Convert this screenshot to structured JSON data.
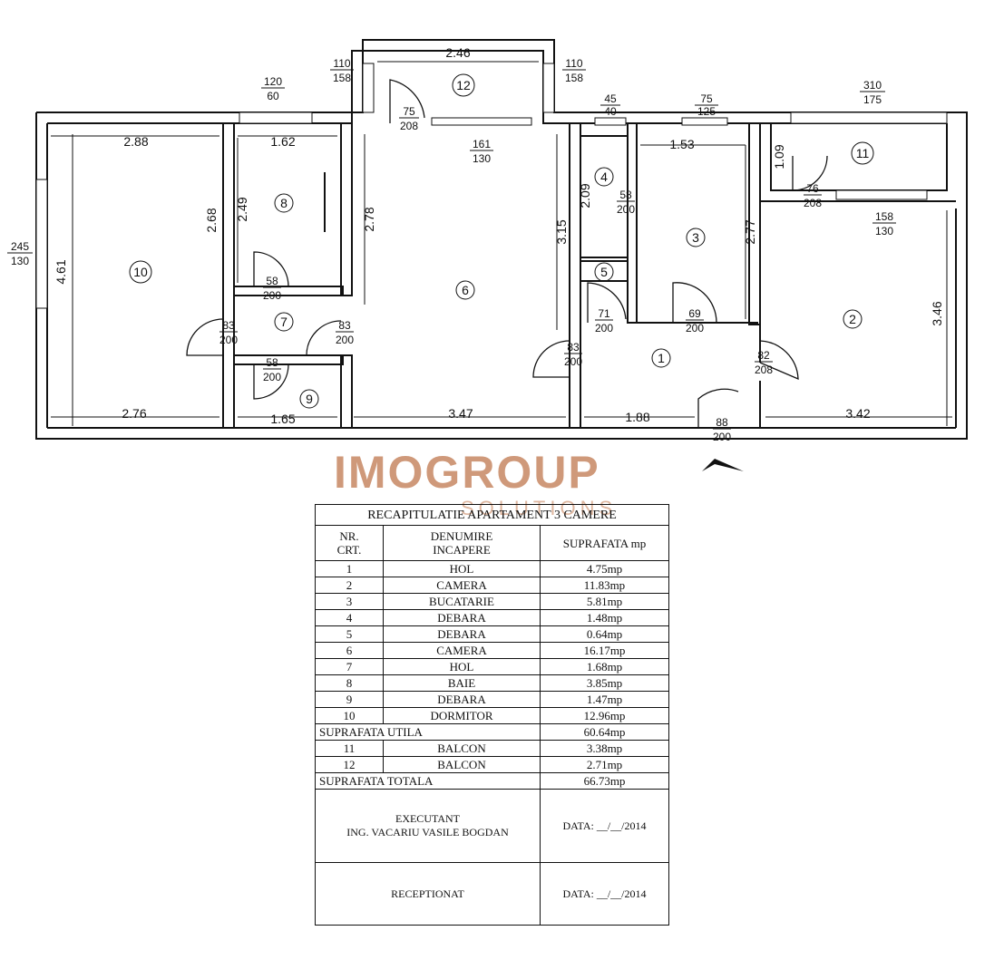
{
  "rooms": [
    {
      "id": "1",
      "label": "1"
    },
    {
      "id": "2",
      "label": "2"
    },
    {
      "id": "3",
      "label": "3"
    },
    {
      "id": "4",
      "label": "4"
    },
    {
      "id": "5",
      "label": "5"
    },
    {
      "id": "6",
      "label": "6"
    },
    {
      "id": "7",
      "label": "7"
    },
    {
      "id": "8",
      "label": "8"
    },
    {
      "id": "9",
      "label": "9"
    },
    {
      "id": "10",
      "label": "10"
    },
    {
      "id": "11",
      "label": "11"
    },
    {
      "id": "12",
      "label": "12"
    }
  ],
  "dimensions": [
    "2.88",
    "1.62",
    "4.61",
    "2.68",
    "2.49",
    "2.78",
    "3.15",
    "2.09",
    "1.53",
    "2.77",
    "1.09",
    "3.46",
    "2.46",
    "2.76",
    "1.65",
    "3.47",
    "1.88",
    "3.42"
  ],
  "openings": [
    {
      "top": "120",
      "bottom": "60"
    },
    {
      "top": "110",
      "bottom": "158"
    },
    {
      "top": "110",
      "bottom": "158"
    },
    {
      "top": "75",
      "bottom": "208"
    },
    {
      "top": "161",
      "bottom": "130"
    },
    {
      "top": "45",
      "bottom": "40"
    },
    {
      "top": "75",
      "bottom": "125"
    },
    {
      "top": "310",
      "bottom": "175"
    },
    {
      "top": "245",
      "bottom": "130"
    },
    {
      "top": "58",
      "bottom": "200"
    },
    {
      "top": "76",
      "bottom": "208"
    },
    {
      "top": "158",
      "bottom": "130"
    },
    {
      "top": "58",
      "bottom": "200"
    },
    {
      "top": "83",
      "bottom": "200"
    },
    {
      "top": "83",
      "bottom": "200"
    },
    {
      "top": "71",
      "bottom": "200"
    },
    {
      "top": "69",
      "bottom": "200"
    },
    {
      "top": "83",
      "bottom": "200"
    },
    {
      "top": "82",
      "bottom": "208"
    },
    {
      "top": "58",
      "bottom": "200"
    },
    {
      "top": "88",
      "bottom": "200"
    }
  ],
  "watermark": {
    "brand": "IMOGROUP",
    "tagline": "SOLUTIONS"
  },
  "table": {
    "title": "RECAPITULATIE APARTAMENT 3 CAMERE",
    "headers": {
      "nr": "NR.\nCRT.",
      "name": "DENUMIRE\nINCAPERE",
      "area": "SUPRAFATA mp"
    },
    "rows": [
      {
        "nr": "1",
        "name": "HOL",
        "area": "4.75mp"
      },
      {
        "nr": "2",
        "name": "CAMERA",
        "area": "11.83mp"
      },
      {
        "nr": "3",
        "name": "BUCATARIE",
        "area": "5.81mp"
      },
      {
        "nr": "4",
        "name": "DEBARA",
        "area": "1.48mp"
      },
      {
        "nr": "5",
        "name": "DEBARA",
        "area": "0.64mp"
      },
      {
        "nr": "6",
        "name": "CAMERA",
        "area": "16.17mp"
      },
      {
        "nr": "7",
        "name": "HOL",
        "area": "1.68mp"
      },
      {
        "nr": "8",
        "name": "BAIE",
        "area": "3.85mp"
      },
      {
        "nr": "9",
        "name": "DEBARA",
        "area": "1.47mp"
      },
      {
        "nr": "10",
        "name": "DORMITOR",
        "area": "12.96mp"
      }
    ],
    "util": {
      "label": "SUPRAFATA UTILA",
      "area": "60.64mp"
    },
    "balconies": [
      {
        "nr": "11",
        "name": "BALCON",
        "area": "3.38mp"
      },
      {
        "nr": "12",
        "name": "BALCON",
        "area": "2.71mp"
      }
    ],
    "total": {
      "label": "SUPRAFATA TOTALA",
      "area": "66.73mp"
    },
    "executant": {
      "title": "EXECUTANT",
      "name": "ING. VACARIU VASILE BOGDAN",
      "date": "DATA:  __/__/2014"
    },
    "receptionat": {
      "title": "RECEPTIONAT",
      "date": "DATA:  __/__/2014"
    }
  }
}
